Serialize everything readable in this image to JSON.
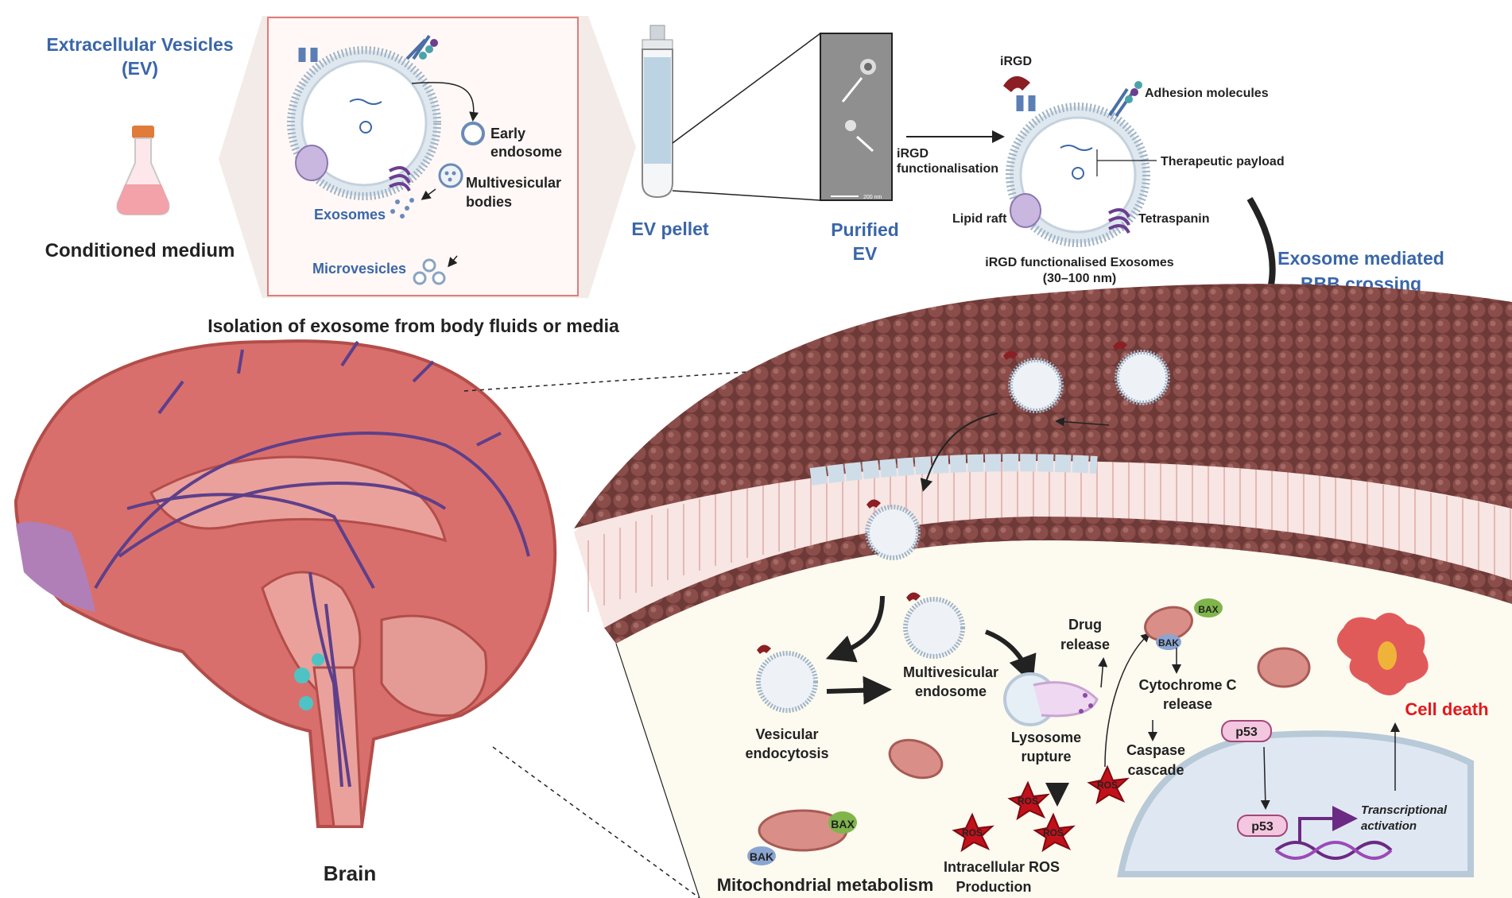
{
  "top_section": {
    "ev_title_line1": "Extracellular Vesicles",
    "ev_title_line2": "(EV)",
    "conditioned_medium": "Conditioned medium",
    "early_endosome_line1": "Early",
    "early_endosome_line2": "endosome",
    "multivesicular_bodies_line1": "Multivesicular",
    "multivesicular_bodies_line2": "bodies",
    "exosomes": "Exosomes",
    "microvesicles": "Microvesicles",
    "isolation_caption": "Isolation of exosome from body fluids or media",
    "ev_pellet": "EV pellet",
    "purified_ev_line1": "Purified",
    "purified_ev_line2": "EV",
    "scale_bar": "200 nm",
    "irgd_functionalisation_line1": "iRGD",
    "irgd_functionalisation_line2": "functionalisation"
  },
  "functionalised_exosome": {
    "irgd": "iRGD",
    "adhesion_molecules": "Adhesion molecules",
    "therapeutic_payload": "Therapeutic payload",
    "lipid_raft": "Lipid raft",
    "tetraspanin": "Tetraspanin",
    "caption_line1": "iRGD functionalised Exosomes",
    "caption_line2": "(30–100 nm)"
  },
  "bbb": {
    "title_line1": "Exosome mediated",
    "title_line2": "BBB crossing"
  },
  "brain": {
    "label": "Brain"
  },
  "cell_pathway": {
    "vesicular_endocytosis_line1": "Vesicular",
    "vesicular_endocytosis_line2": "endocytosis",
    "multivesicular_endosome_line1": "Multivesicular",
    "multivesicular_endosome_line2": "endosome",
    "drug_release_line1": "Drug",
    "drug_release_line2": "release",
    "lysosome_rupture_line1": "Lysosome",
    "lysosome_rupture_line2": "rupture",
    "ros": "ROS",
    "intracellular_ros_line1": "Intracellular ROS",
    "intracellular_ros_line2": "Production",
    "mitochondrial_metabolism": "Mitochondrial metabolism",
    "bax": "BAX",
    "bak": "BAK",
    "cytochrome_c_line1": "Cytochrome C",
    "cytochrome_c_line2": "release",
    "caspase_line1": "Caspase",
    "caspase_line2": "cascade",
    "p53": "p53",
    "transcriptional_line1": "Transcriptional",
    "transcriptional_line2": "activation",
    "cell_death": "Cell death"
  }
}
